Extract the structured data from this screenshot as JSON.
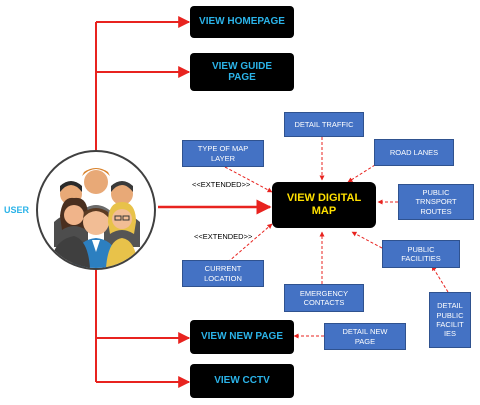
{
  "user": {
    "label": "USER"
  },
  "boxes": {
    "view_homepage": "VIEW HOMEPAGE",
    "view_guide_page": "VIEW GUIDE\nPAGE",
    "view_digital_map": "VIEW DIGITAL\nMAP",
    "view_new_page": "VIEW NEW PAGE",
    "view_cctv": "VIEW CCTV",
    "detail_traffic": "DETAIL TRAFFIC",
    "road_lanes": "ROAD LANES",
    "type_of_map_layer": "TYPE OF MAP\nLAYER",
    "public_transport_routes": "PUBLIC\nTRNSPORT\nROUTES",
    "public_facilities": "PUBLIC\nFACILITIES",
    "current_location": "CURRENT\nLOCATION",
    "emergency_contacts": "EMERGENCY\nCONTACTS",
    "detail_public_facilities": "DETAIL\nPUBLIC\nFACILIT\nIES",
    "detail_new_page": "DETAIL NEW\nPAGE"
  },
  "labels": {
    "extended_top": "<<EXTENDED>>",
    "extended_bottom": "<<EXTENDED>>"
  },
  "colors": {
    "solid_arrow": "#e8231f",
    "dashed_arrow": "#e8231f",
    "primary_box": "#000000",
    "primary_text": "#2bb3e8",
    "center_text": "#ffe000",
    "secondary_box": "#4472c4"
  }
}
